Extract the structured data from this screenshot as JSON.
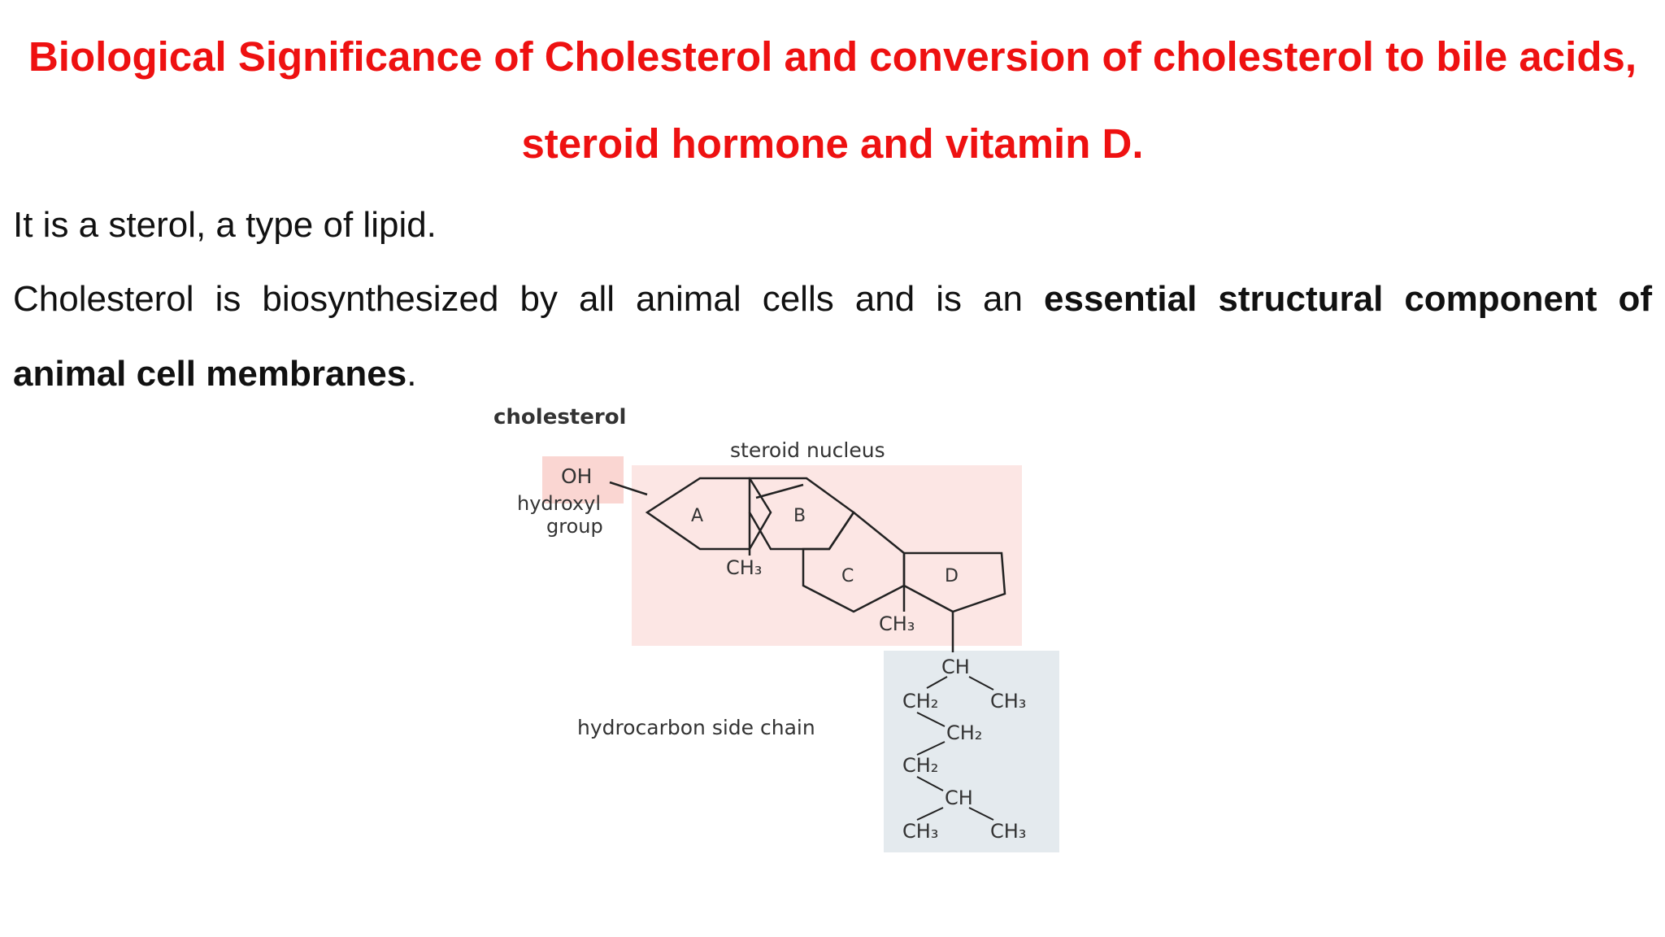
{
  "title": {
    "line1": "Biological Significance of Cholesterol and conversion of cholesterol to bile acids,",
    "line2": "steroid hormone and vitamin D.",
    "color": "#ee1111"
  },
  "paragraphs": {
    "p1": "It is a sterol, a type of lipid.",
    "p2_intro": "Cholesterol is biosynthesized by all animal cells and is an",
    "p2_bold_line1": "essential structural component of",
    "p2_bold_line2": "animal cell membranes",
    "p2_end": "."
  },
  "diagram": {
    "heading": "cholesterol",
    "steroid_nucleus_label": "steroid nucleus",
    "oh_label": "OH",
    "hydroxyl_label_1": "hydroxyl",
    "hydroxyl_label_2": "group",
    "ring_a": "A",
    "ring_b": "B",
    "ring_c": "C",
    "ring_d": "D",
    "methyl_1": "CH₃",
    "methyl_2": "CH₃",
    "side_chain_label": "hydrocarbon side chain",
    "chain_ch_1": "CH",
    "chain_ch2_1": "CH₂",
    "chain_ch3_1": "CH₃",
    "chain_ch2_2": "CH₂",
    "chain_ch2_3": "CH₂",
    "chain_ch_2": "CH",
    "chain_ch3_2": "CH₃",
    "chain_ch3_3": "CH₃",
    "colors": {
      "nucleus_bg": "#fce6e4",
      "hydroxyl_bg": "#fad6d2",
      "side_chain_bg": "#e4eaee",
      "line": "#222222"
    }
  }
}
